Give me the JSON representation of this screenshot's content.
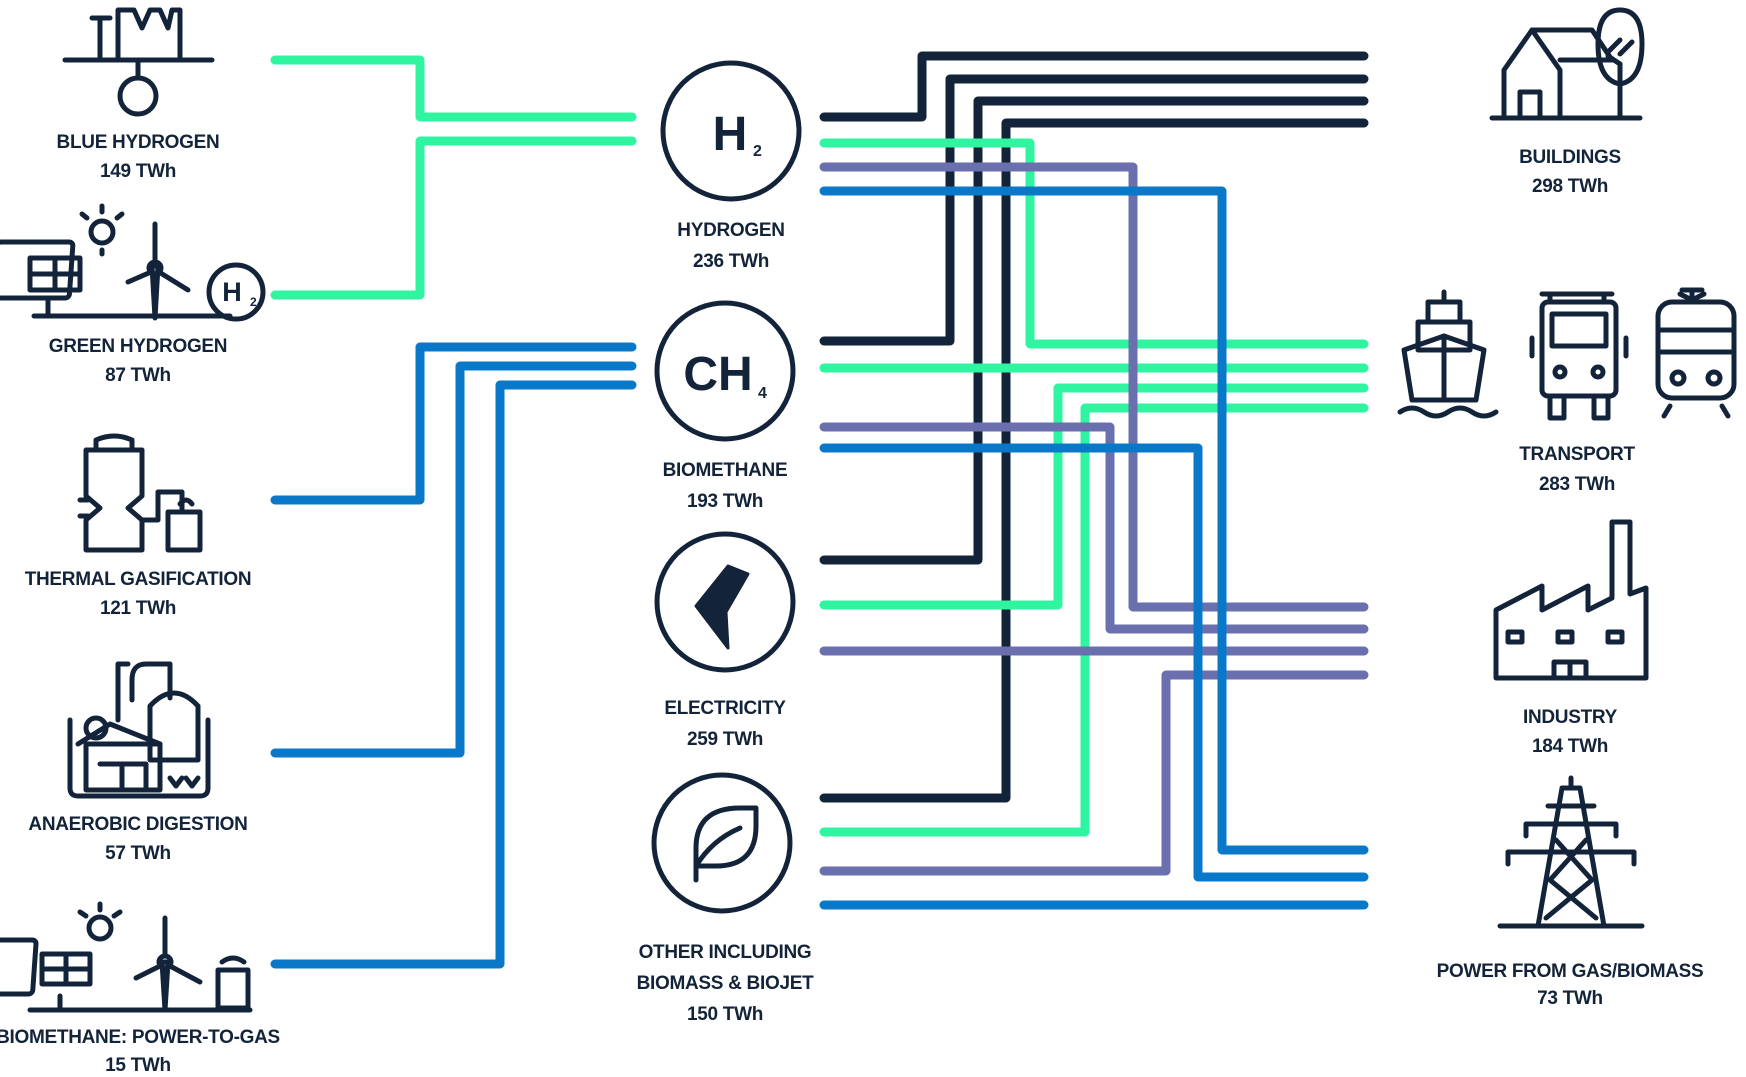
{
  "colors": {
    "dark": "#13243a",
    "green": "#2ff5a0",
    "purple": "#6a6fad",
    "blue": "#0a78c8"
  },
  "sources": [
    {
      "name": "BLUE HYDROGEN",
      "value": "149 TWh"
    },
    {
      "name": "GREEN HYDROGEN",
      "value": "87 TWh"
    },
    {
      "name": "THERMAL GASIFICATION",
      "value": "121 TWh"
    },
    {
      "name": "ANAEROBIC DIGESTION",
      "value": "57 TWh"
    },
    {
      "name": "BIOMETHANE: POWER-TO-GAS",
      "value": "15 TWh"
    }
  ],
  "carriers": [
    {
      "name": "HYDROGEN",
      "value": "236 TWh",
      "symbol": "H",
      "sub": "2"
    },
    {
      "name": "BIOMETHANE",
      "value": "193 TWh",
      "symbol": "CH",
      "sub": "4"
    },
    {
      "name": "ELECTRICITY",
      "value": "259 TWh",
      "icon": "lightning-icon"
    },
    {
      "name_line1": "OTHER INCLUDING",
      "name_line2": "BIOMASS & BIOJET",
      "value": "150 TWh",
      "icon": "leaf-icon"
    }
  ],
  "sectors": [
    {
      "name": "BUILDINGS",
      "value": "298 TWh"
    },
    {
      "name": "TRANSPORT",
      "value": "283 TWh"
    },
    {
      "name": "INDUSTRY",
      "value": "184 TWh"
    },
    {
      "name": "POWER FROM GAS/BIOMASS",
      "value": "73 TWh"
    }
  ],
  "icon_badges": {
    "green_hydrogen_badge": "H",
    "green_hydrogen_badge_sub": "2"
  }
}
